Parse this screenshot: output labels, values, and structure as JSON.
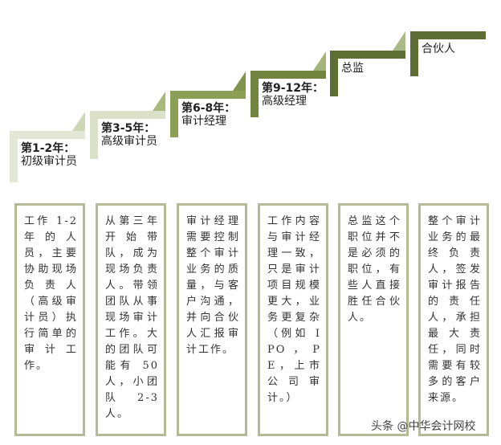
{
  "steps": [
    {
      "years": "第1-2年：",
      "role": "初级审计员",
      "color": "#e3e7d5",
      "tri": "#cdd7b3"
    },
    {
      "years": "第3-5年：",
      "role": "高级审计员",
      "color": "#dbe1c8",
      "tri": "#a8b97a"
    },
    {
      "years": "第6-8年：",
      "role": "审计经理",
      "color": "#8b9f57",
      "tri": "#7f944d"
    },
    {
      "years": "第9-12年：",
      "role": "高级经理",
      "color": "#72843f",
      "tri": "#a5b57a"
    },
    {
      "years": "",
      "role": "总监",
      "color": "#5f6f34",
      "tri": "#a9b987"
    },
    {
      "years": "",
      "role": "合伙人",
      "color": "#5e6c35",
      "tri": ""
    }
  ],
  "descriptions": [
    "工作 1-2 年的人员，主要协助现场负责人（高级审计员）执行简单的审计工作。",
    "从第三年开始带队，成为现场负责人。带领团队从事现场审计工作。大的团队可能有 50 人，小团队 2-3 人。",
    "审计经理需要控制整个审计业务的质量，与客户沟通，并向合伙人汇报审计工作。",
    "工作内容与审计经理一致，只是审计项目规模更大，业务更复杂（例如 IPO，PE，上市公司审计。）",
    "总监这个职位并不是必须的职位，有些人直接胜任合伙人。",
    "整个审计业务的最终负责人，签发审计报告的责任人，承担最大责任，同时需要有较多的客户来源。"
  ],
  "watermark": "头条 @中华会计网校"
}
